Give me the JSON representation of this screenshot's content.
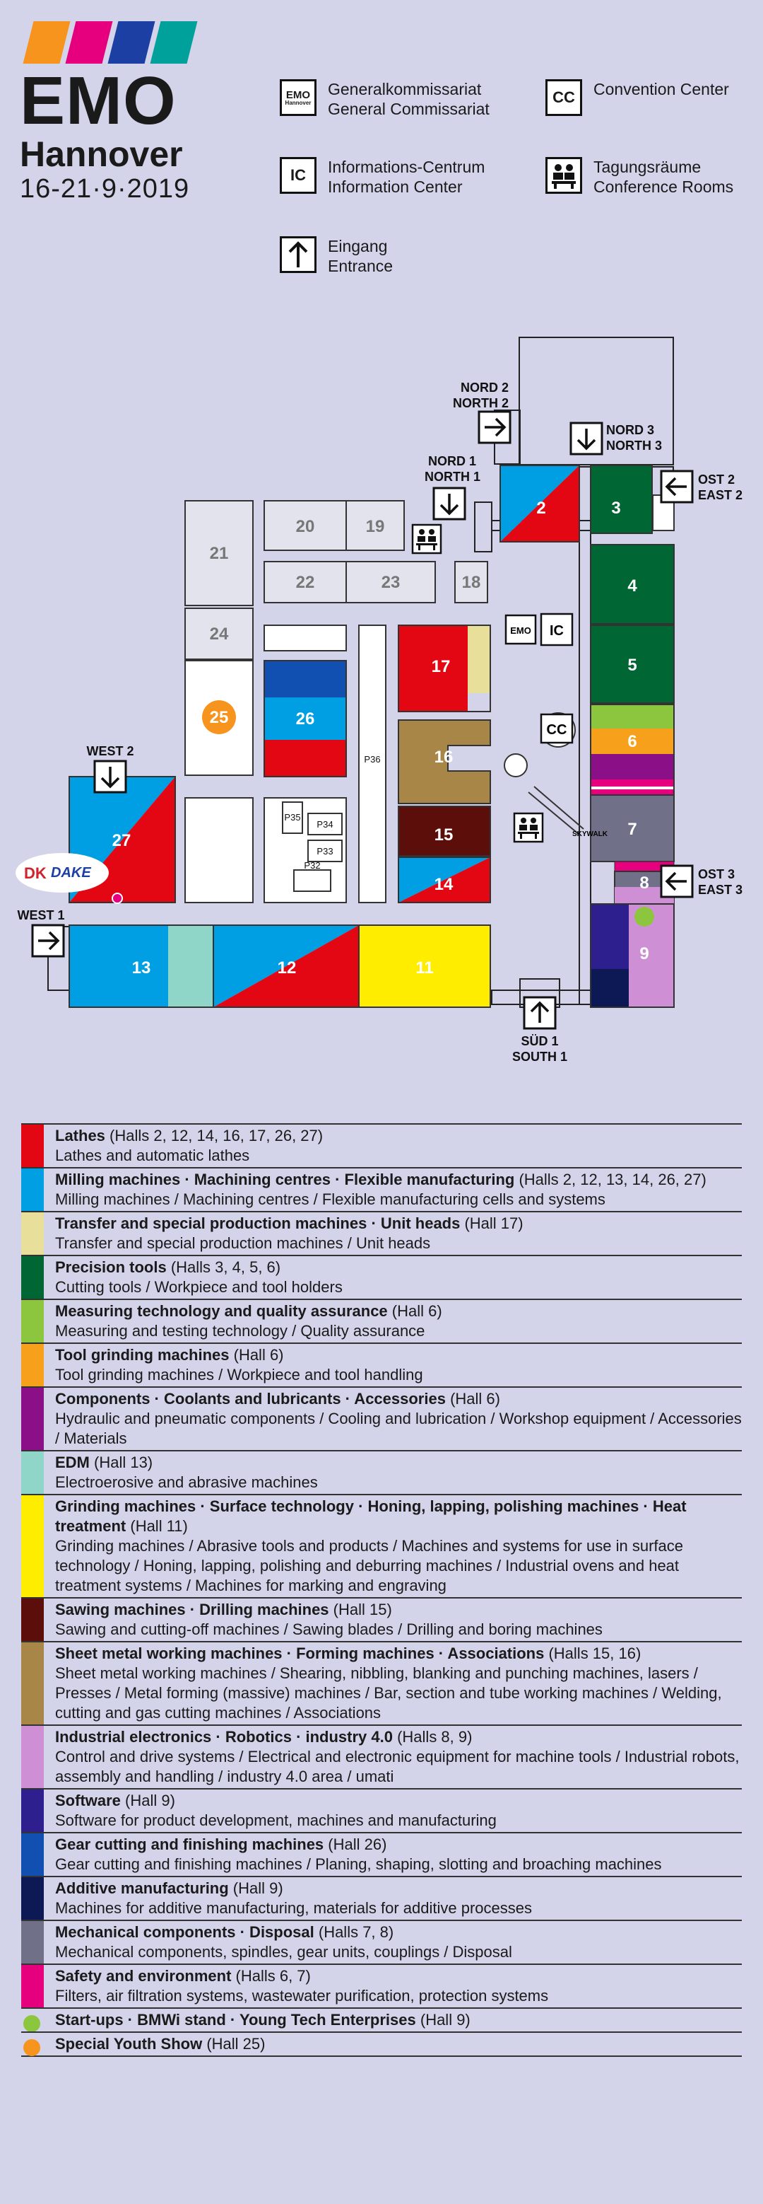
{
  "brand": {
    "name": "EMO",
    "city": "Hannover",
    "dates": "16-21·9·2019",
    "stripe_colors": [
      "#f7941d",
      "#e6007e",
      "#1b3fa3",
      "#00a19a"
    ]
  },
  "map_legend": [
    {
      "icon": "emo-flag-icon",
      "icon_text": "EMO",
      "icon_sub": "Hannover",
      "de": "Generalkommissariat",
      "en": "General Commissariat"
    },
    {
      "icon": "cc-icon",
      "icon_text": "CC",
      "de": "Convention Center",
      "en": ""
    },
    {
      "icon": "ic-icon",
      "icon_text": "IC",
      "de": "Informations-Centrum",
      "en": "Information Center"
    },
    {
      "icon": "conference-rooms-icon",
      "icon_text": "",
      "de": "Tagungsräume",
      "en": "Conference Rooms"
    },
    {
      "icon": "entrance-arrow-icon",
      "icon_text": "",
      "de": "Eingang",
      "en": "Entrance"
    }
  ],
  "halls": [
    "2",
    "3",
    "4",
    "5",
    "6",
    "7",
    "8",
    "9",
    "11",
    "12",
    "13",
    "14",
    "15",
    "16",
    "17",
    "18",
    "19",
    "20",
    "21",
    "22",
    "23",
    "24",
    "25",
    "26",
    "27"
  ],
  "pavilions": [
    "P32",
    "P33",
    "P34",
    "P35",
    "P36"
  ],
  "service_labels": {
    "cc": "CC",
    "ic": "IC",
    "emo": "EMO",
    "skywalk": "SKYWALK"
  },
  "entrances": {
    "north2": [
      "NORD 2",
      "NORTH 2"
    ],
    "north1": [
      "NORD 1",
      "NORTH 1"
    ],
    "north3": [
      "NORD 3",
      "NORTH 3"
    ],
    "east2": [
      "OST 2",
      "EAST 2"
    ],
    "east3": [
      "OST 3",
      "EAST 3"
    ],
    "west2": [
      "WEST 2"
    ],
    "west1": [
      "WEST 1"
    ],
    "south1": [
      "SÜD 1",
      "SOUTH 1"
    ]
  },
  "exhibitor_logo": {
    "text": "DAKE",
    "mark": "DK"
  },
  "colors": {
    "lathes": "#e30613",
    "milling": "#009fe3",
    "transfer": "#e8df9a",
    "precision": "#006633",
    "measuring": "#8cc63e",
    "grinding_tools": "#f7a01b",
    "components": "#8b1087",
    "edm": "#8fd6c9",
    "grinding": "#ffed00",
    "sawing": "#5c0f0a",
    "sheet": "#a88648",
    "electronics": "#cf8fd4",
    "software": "#2e1f8f",
    "gear": "#1150b0",
    "additive": "#0c1955",
    "mechanical": "#707089",
    "safety": "#e6007e",
    "startup": "#8cc63e",
    "youth": "#f7941d",
    "empty": "#ffffff",
    "grey": "#e3e3ee"
  },
  "categories": [
    {
      "color": "#e30613",
      "title": "Lathes",
      "halls": " (Halls 2, 12, 14, 16, 17, 26, 27)",
      "desc": "Lathes and automatic lathes"
    },
    {
      "color": "#009fe3",
      "title": "Milling machines · Machining centres · Flexible manufacturing",
      "halls": " (Halls 2, 12, 13, 14, 26, 27)",
      "desc": "Milling machines / Machining centres / Flexible manufacturing cells and systems"
    },
    {
      "color": "#e8df9a",
      "title": "Transfer and special production machines · Unit heads",
      "halls": " (Hall 17)",
      "desc": "Transfer and special production machines / Unit heads"
    },
    {
      "color": "#006633",
      "title": "Precision tools",
      "halls": " (Halls 3, 4, 5, 6)",
      "desc": "Cutting tools / Workpiece and tool holders"
    },
    {
      "color": "#8cc63e",
      "title": "Measuring technology and quality assurance",
      "halls": " (Hall 6)",
      "desc": "Measuring and testing technology / Quality assurance"
    },
    {
      "color": "#f7a01b",
      "title": "Tool grinding machines",
      "halls": " (Hall 6)",
      "desc": "Tool grinding machines / Workpiece and tool handling"
    },
    {
      "color": "#8b1087",
      "title": "Components · Coolants and lubricants · Accessories",
      "halls": " (Hall 6)",
      "desc": "Hydraulic and pneumatic components / Cooling and lubrication / Workshop equipment / Accessories / Materials"
    },
    {
      "color": "#8fd6c9",
      "title": "EDM",
      "halls": " (Hall 13)",
      "desc": "Electroerosive and abrasive machines"
    },
    {
      "color": "#ffed00",
      "title": "Grinding machines · Surface technology · Honing, lapping, polishing machines · Heat treatment",
      "halls": " (Hall 11)",
      "desc": "Grinding machines / Abrasive tools and products / Machines and systems for use in surface technology / Honing, lapping, polishing and deburring machines / Industrial ovens and heat treatment systems / Machines for marking and engraving"
    },
    {
      "color": "#5c0f0a",
      "title": "Sawing machines · Drilling machines",
      "halls": " (Hall 15)",
      "desc": "Sawing and cutting-off machines / Sawing blades / Drilling and boring machines"
    },
    {
      "color": "#a88648",
      "title": "Sheet metal working machines · Forming machines · Associations",
      "halls": " (Halls 15, 16)",
      "desc": "Sheet metal working machines / Shearing, nibbling, blanking and punching machines, lasers / Presses / Metal forming (massive) machines / Bar, section and tube working machines / Welding, cutting and gas cutting machines / Associations"
    },
    {
      "color": "#cf8fd4",
      "title": "Industrial electronics · Robotics · industry 4.0",
      "halls": " (Halls 8, 9)",
      "desc": "Control and drive systems / Electrical and electronic equipment for machine tools / Industrial robots, assembly and handling / industry 4.0 area / umati"
    },
    {
      "color": "#2e1f8f",
      "title": "Software",
      "halls": " (Hall 9)",
      "desc": "Software for product development, machines and manufacturing"
    },
    {
      "color": "#1150b0",
      "title": "Gear cutting and finishing machines",
      "halls": " (Hall 26)",
      "desc": "Gear cutting and finishing machines / Planing, shaping, slotting and broaching machines"
    },
    {
      "color": "#0c1955",
      "title": "Additive manufacturing",
      "halls": " (Hall 9)",
      "desc": "Machines for additive manufacturing, materials for additive processes"
    },
    {
      "color": "#707089",
      "title": "Mechanical components · Disposal",
      "halls": " (Halls 7, 8)",
      "desc": "Mechanical components, spindles, gear units, couplings / Disposal"
    },
    {
      "color": "#e6007e",
      "title": "Safety and environment",
      "halls": " (Halls 6, 7)",
      "desc": "Filters, air filtration systems, wastewater purification, protection systems"
    },
    {
      "color": "#8cc63e",
      "dot": true,
      "title": "Start-ups · BMWi stand · Young Tech Enterprises",
      "halls": " (Hall 9)",
      "desc": ""
    },
    {
      "color": "#f7941d",
      "dot": true,
      "title": "Special Youth Show",
      "halls": " (Hall 25)",
      "desc": ""
    }
  ]
}
